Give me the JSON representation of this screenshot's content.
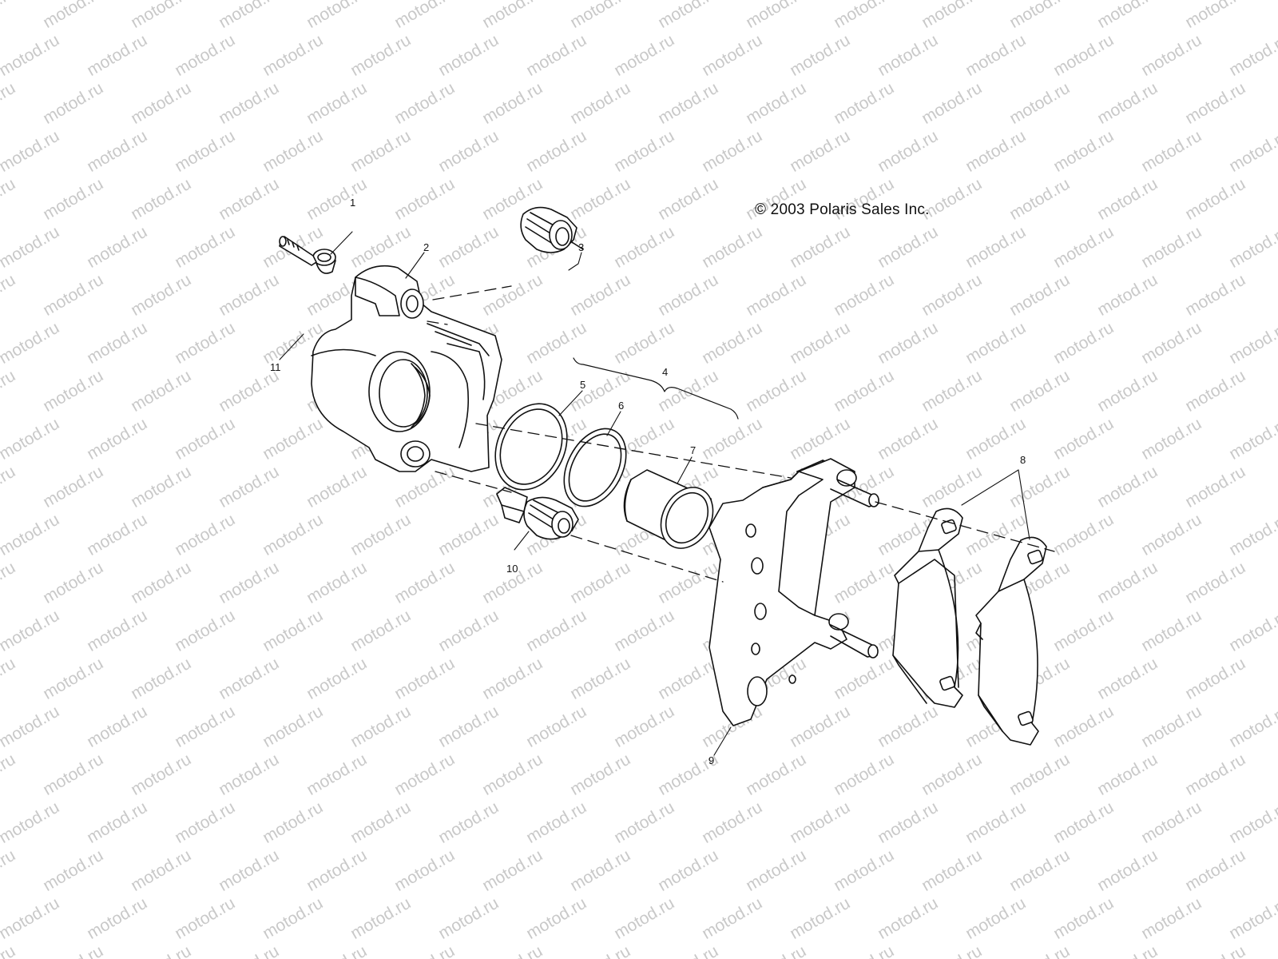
{
  "watermark": {
    "text": "motod.ru"
  },
  "copyright": "© 2003 Polaris Sales Inc.",
  "callouts": [
    "1",
    "2",
    "3",
    "4",
    "5",
    "6",
    "7",
    "8",
    "9",
    "10",
    "11"
  ],
  "colors": {
    "line": "#111111",
    "watermark": "#c9c9c9",
    "background": "#ffffff"
  }
}
